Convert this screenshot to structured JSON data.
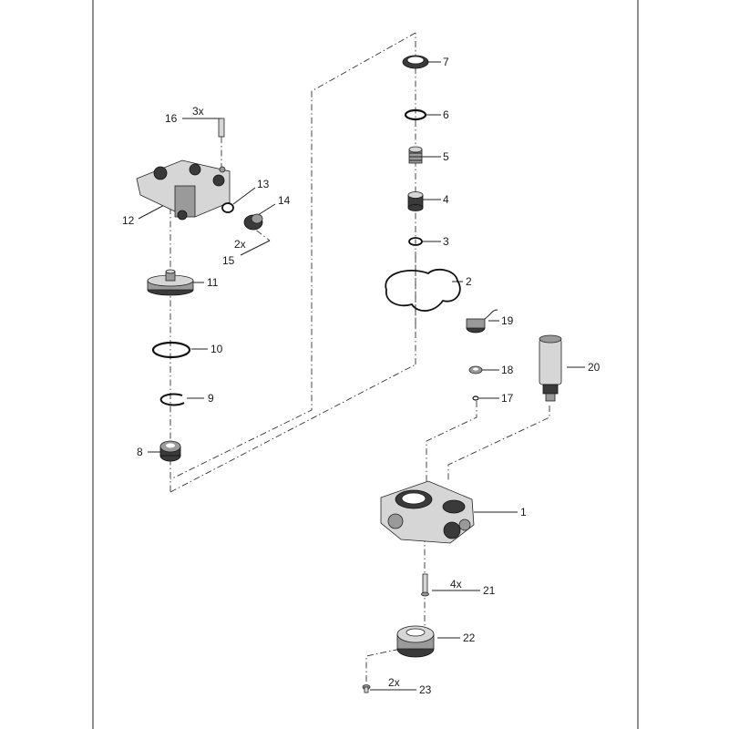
{
  "parts": [
    {
      "id": "1",
      "label": "1"
    },
    {
      "id": "2",
      "label": "2"
    },
    {
      "id": "3",
      "label": "3"
    },
    {
      "id": "4",
      "label": "4"
    },
    {
      "id": "5",
      "label": "5"
    },
    {
      "id": "6",
      "label": "6"
    },
    {
      "id": "7",
      "label": "7"
    },
    {
      "id": "8",
      "label": "8"
    },
    {
      "id": "9",
      "label": "9"
    },
    {
      "id": "10",
      "label": "10"
    },
    {
      "id": "11",
      "label": "11"
    },
    {
      "id": "12",
      "label": "12"
    },
    {
      "id": "13",
      "label": "13"
    },
    {
      "id": "14",
      "label": "14"
    },
    {
      "id": "15",
      "label": "15",
      "qty": "2x"
    },
    {
      "id": "16",
      "label": "16",
      "qty": "3x"
    },
    {
      "id": "17",
      "label": "17"
    },
    {
      "id": "18",
      "label": "18"
    },
    {
      "id": "19",
      "label": "19"
    },
    {
      "id": "20",
      "label": "20"
    },
    {
      "id": "21",
      "label": "21",
      "qty": "4x"
    },
    {
      "id": "22",
      "label": "22"
    },
    {
      "id": "23",
      "label": "23",
      "qty": "2x"
    }
  ]
}
